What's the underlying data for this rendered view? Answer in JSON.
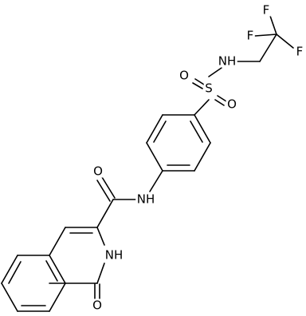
{
  "molecule": {
    "atom_labels": {
      "F_top": "F",
      "F_mid": "F",
      "F_right": "F",
      "NH_sulfonamide": "NH",
      "S": "S",
      "O_sulfonyl_left": "O",
      "O_sulfonyl_right": "O",
      "O_amide": "O",
      "NH_amide": "NH",
      "NH_ring": "NH",
      "O_lactam": "O"
    },
    "colors": {
      "bond": "#000000",
      "label": "#000000",
      "background": "#ffffff"
    }
  }
}
